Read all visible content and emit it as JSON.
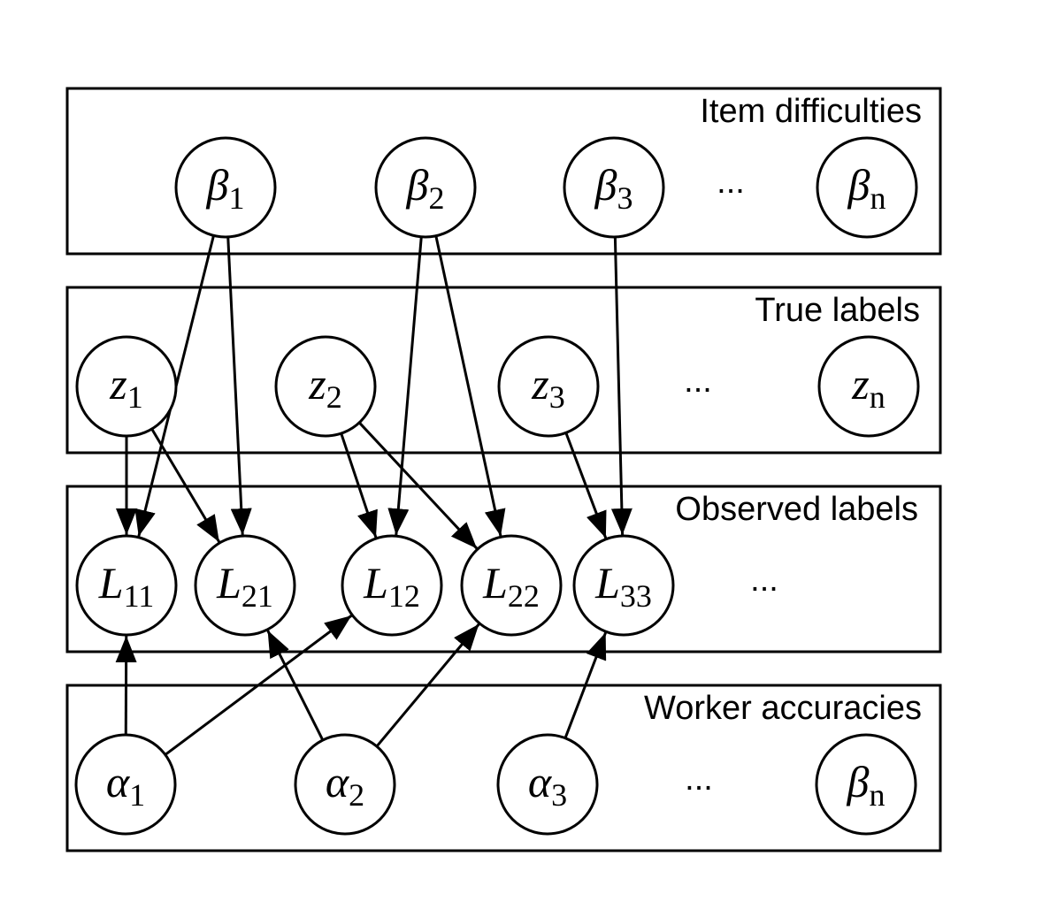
{
  "panels": {
    "items": "Item difficulties",
    "true_labels": "True labels",
    "observed": "Observed labels",
    "workers": "Worker accuracies"
  },
  "ellipsis": "...",
  "nodes": {
    "beta1": {
      "sym": "β",
      "sub": "1"
    },
    "beta2": {
      "sym": "β",
      "sub": "2"
    },
    "beta3": {
      "sym": "β",
      "sub": "3"
    },
    "betan": {
      "sym": "β",
      "sub": "n"
    },
    "z1": {
      "sym": "z",
      "sub": "1"
    },
    "z2": {
      "sym": "z",
      "sub": "2"
    },
    "z3": {
      "sym": "z",
      "sub": "3"
    },
    "zn": {
      "sym": "z",
      "sub": "n"
    },
    "L11": {
      "sym": "L",
      "sub": "11"
    },
    "L21": {
      "sym": "L",
      "sub": "21"
    },
    "L12": {
      "sym": "L",
      "sub": "12"
    },
    "L22": {
      "sym": "L",
      "sub": "22"
    },
    "L33": {
      "sym": "L",
      "sub": "33"
    },
    "alpha1": {
      "sym": "α",
      "sub": "1"
    },
    "alpha2": {
      "sym": "α",
      "sub": "2"
    },
    "alpha3": {
      "sym": "α",
      "sub": "3"
    },
    "worker_n": {
      "sym": "β",
      "sub": "n"
    }
  },
  "edges": [
    [
      "beta1",
      "L11"
    ],
    [
      "beta1",
      "L21"
    ],
    [
      "beta2",
      "L12"
    ],
    [
      "beta2",
      "L22"
    ],
    [
      "beta3",
      "L33"
    ],
    [
      "z1",
      "L11"
    ],
    [
      "z1",
      "L21"
    ],
    [
      "z2",
      "L12"
    ],
    [
      "z2",
      "L22"
    ],
    [
      "z3",
      "L33"
    ],
    [
      "alpha1",
      "L11"
    ],
    [
      "alpha1",
      "L12"
    ],
    [
      "alpha2",
      "L21"
    ],
    [
      "alpha2",
      "L22"
    ],
    [
      "alpha3",
      "L33"
    ]
  ]
}
